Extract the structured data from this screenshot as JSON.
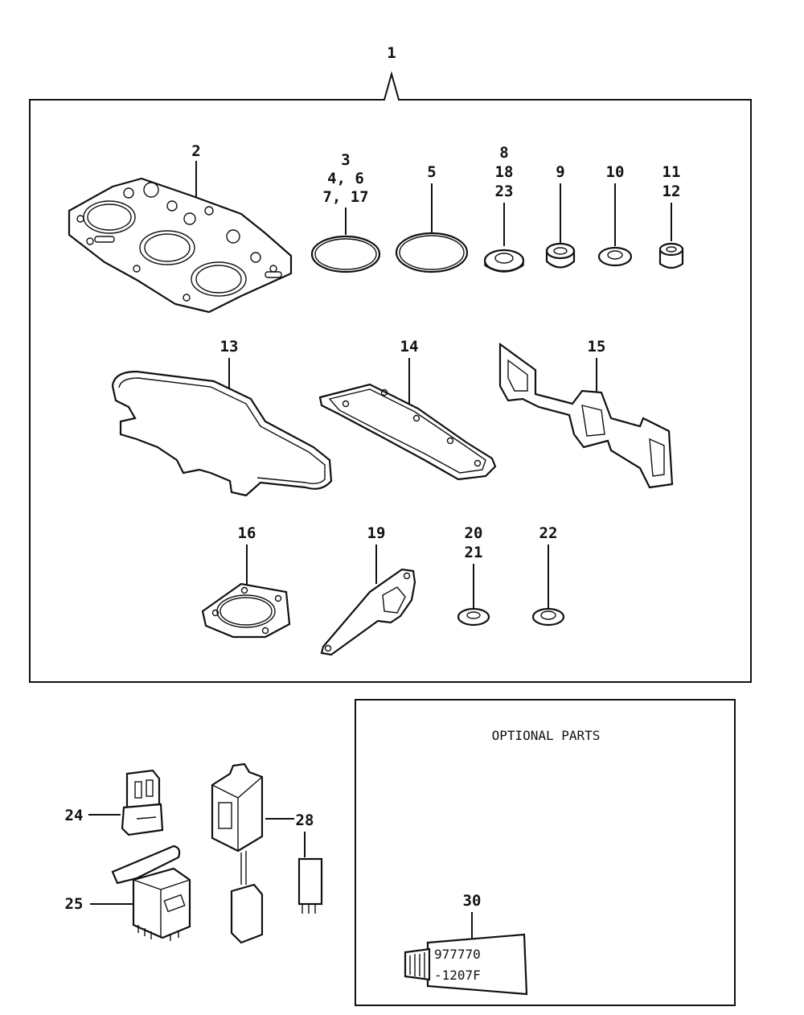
{
  "title": "",
  "callouts": {
    "c1": "1",
    "c2": "2",
    "c3": [
      "3",
      "4, 6",
      "7, 17"
    ],
    "c5": "5",
    "c8": [
      "8",
      "18",
      "23"
    ],
    "c9": "9",
    "c10": "10",
    "c11": [
      "11",
      "12"
    ],
    "c13": "13",
    "c14": "14",
    "c15": "15",
    "c16": "16",
    "c19": "19",
    "c20": [
      "20",
      "21"
    ],
    "c22": "22",
    "c24": "24",
    "c25": "25",
    "c28": "28",
    "c30": "30"
  },
  "optional": {
    "heading": "OPTIONAL PARTS",
    "tube_label": [
      "977770",
      "-1207F"
    ]
  }
}
